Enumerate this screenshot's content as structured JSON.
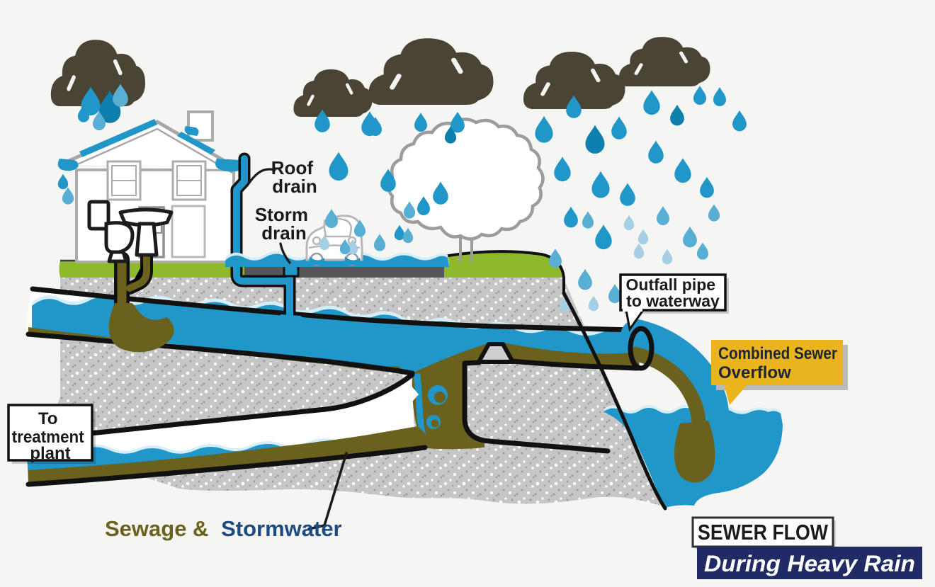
{
  "diagram": {
    "type": "combined-sewer-overflow-illustration",
    "labels": {
      "roof_drain": [
        "Roof",
        "drain"
      ],
      "storm_drain": [
        "Storm",
        "drain"
      ],
      "outfall": [
        "Outfall pipe",
        "to waterway"
      ],
      "cso": [
        "Combined Sewer",
        "Overflow"
      ],
      "treatment": [
        "To",
        "treatment",
        "plant"
      ],
      "legend": {
        "sewage": "Sewage &",
        "storm": "Stormwater"
      },
      "banner": {
        "title": "SEWER FLOW",
        "subtitle": "During Heavy Rain"
      }
    },
    "icons": [
      "cloud-icon",
      "raindrop-icon",
      "house-icon",
      "toilet-icon",
      "sink-icon",
      "tree-icon",
      "car-icon",
      "weir-icon",
      "outfall-pipe-icon"
    ],
    "colors": {
      "background": "#f5f5f3",
      "stormwater_blue": "#2196c9",
      "stormwater_blue_dark": "#0f7fae",
      "stormwater_blue_light": "#59aed3",
      "stormwater_blue_pale": "#a5cfe4",
      "wave_halo": "#d6eef9",
      "sewage_olive": "#6a611e",
      "cloud_gray": "#4a4434",
      "soil_gray": "#c6c6c7",
      "street_gray": "#54565a",
      "grass_green": "#8fb92d",
      "outline_black": "#111111",
      "house_gray": "#ababab",
      "cso_yellow": "#e9b41d",
      "cso_text_navy": "#1f2633",
      "banner_navy": "#202b66",
      "legend_sewage": "#6a611c",
      "legend_storm": "#1d4b80"
    }
  }
}
